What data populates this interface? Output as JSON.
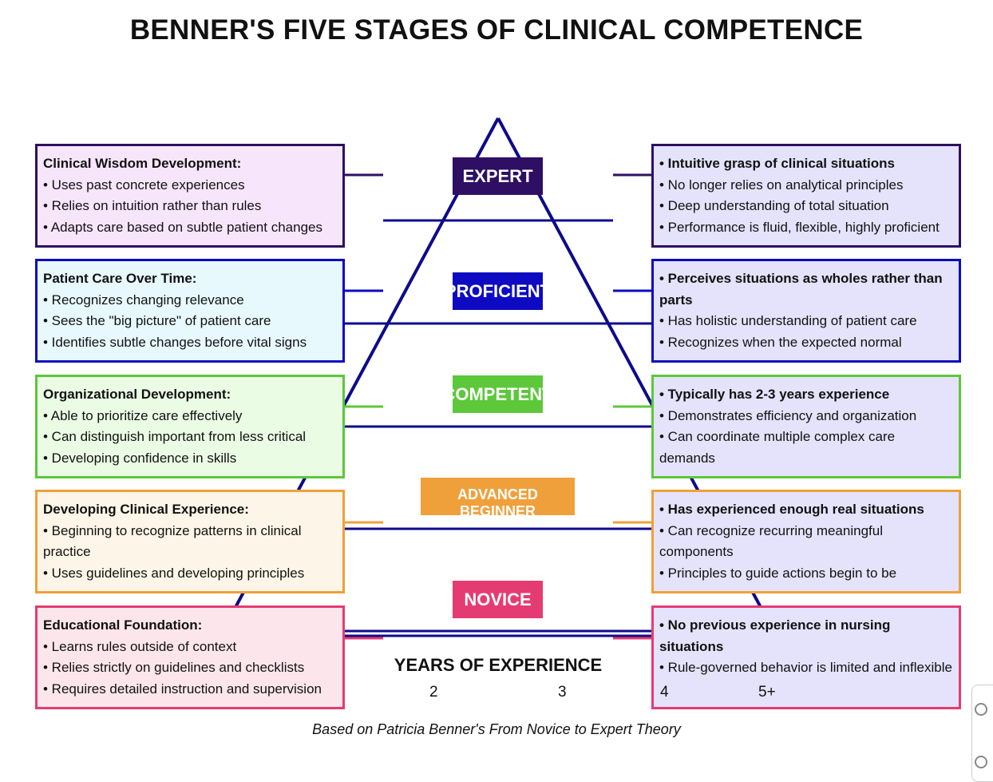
{
  "title": "BENNER'S FIVE STAGES OF CLINICAL COMPETENCE",
  "stages": [
    {
      "label": "EXPERT",
      "color": "#2e0f63",
      "left": {
        "heading": "Clinical Wisdom Development:",
        "bg": "#f7e6fb",
        "items": [
          "• Uses past concrete experiences",
          "• Relies on intuition rather than rules",
          "• Adapts care based on subtle patient changes"
        ]
      },
      "right": {
        "items": [
          "• Intuitive grasp of clinical situations",
          "• No longer relies on analytical principles",
          "• Deep understanding of total situation",
          "• Performance is fluid, flexible, highly proficient"
        ]
      }
    },
    {
      "label": "PROFICIENT",
      "color": "#0d0ac2",
      "left": {
        "heading": "Patient Care Over Time:",
        "bg": "#e8f9fd",
        "items": [
          "• Recognizes changing relevance",
          "• Sees the \"big picture\" of patient care",
          "• Identifies subtle changes before vital signs"
        ]
      },
      "right": {
        "items": [
          "• Perceives situations as wholes rather than parts",
          "• Has holistic understanding of patient care",
          "• Recognizes when the expected normal"
        ]
      }
    },
    {
      "label": "COMPETENT",
      "color": "#5cc83a",
      "left": {
        "heading": "Organizational Development:",
        "bg": "#ebfce5",
        "items": [
          "• Able to prioritize care effectively",
          "• Can distinguish important from less critical",
          "• Developing confidence in skills"
        ]
      },
      "right": {
        "items": [
          "• Typically has 2-3 years experience",
          "• Demonstrates efficiency and organization",
          "• Can coordinate multiple complex care demands"
        ]
      }
    },
    {
      "label": "ADVANCED BEGINNER",
      "color": "#f0a03a",
      "left": {
        "heading": "Developing Clinical Experience:",
        "bg": "#fdf5e7",
        "items": [
          "• Beginning to recognize patterns in clinical practice",
          "• Uses guidelines and developing principles"
        ]
      },
      "right": {
        "items": [
          "• Has experienced enough real situations",
          "• Can recognize recurring meaningful components",
          "• Principles to guide actions begin to be"
        ]
      }
    },
    {
      "label": "NOVICE",
      "color": "#e43c72",
      "left": {
        "heading": "Educational Foundation:",
        "bg": "#fce6ec",
        "items": [
          "• Learns rules outside of context",
          "• Relies strictly on guidelines and checklists",
          "• Requires detailed instruction and supervision"
        ]
      },
      "right": {
        "items": [
          "• No previous experience in nursing situations",
          "• Rule-governed behavior is limited and inflexible"
        ]
      }
    }
  ],
  "right_box_bg": "#e4e3fb",
  "pyramid_color": "#0d0a8c",
  "axis": {
    "title": "YEARS OF EXPERIENCE",
    "ticks": [
      "2",
      "3",
      "4",
      "5+"
    ]
  },
  "footer": "Based on Patricia Benner's From Novice to Expert Theory"
}
